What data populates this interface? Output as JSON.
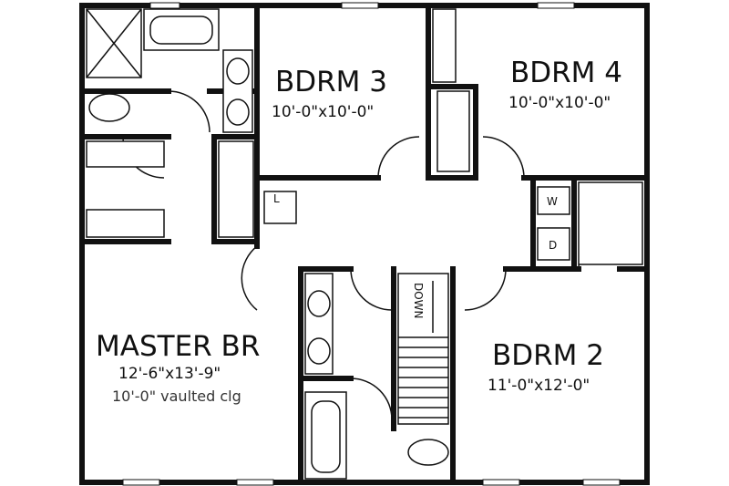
{
  "rooms": {
    "bdrm3": {
      "name": "BDRM 3",
      "size": "10'-0\"x10'-0\""
    },
    "bdrm4": {
      "name": "BDRM 4",
      "size": "10'-0\"x10'-0\""
    },
    "master": {
      "name": "MASTER BR",
      "size": "12'-6\"x13'-9\"",
      "note": "10'-0\" vaulted clg"
    },
    "bdrm2": {
      "name": "BDRM 2",
      "size": "11'-0\"x12'-0\""
    }
  },
  "labels": {
    "linen": "L",
    "washer": "W",
    "dryer": "D",
    "stairs": "DOWN"
  }
}
